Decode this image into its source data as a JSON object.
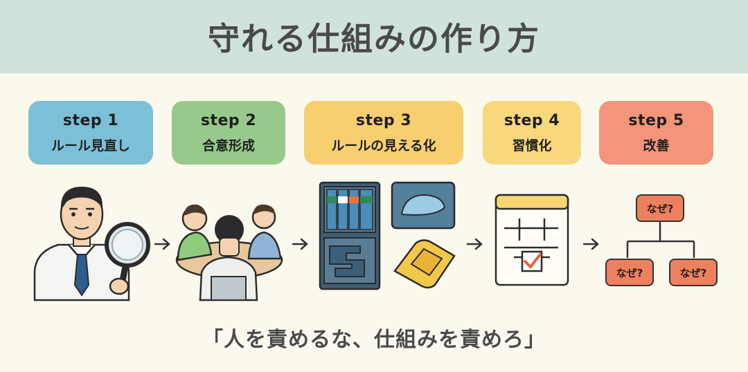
{
  "header": {
    "title": "守れる仕組みの作り方"
  },
  "steps": [
    {
      "title": "step 1",
      "label": "ルール見直し",
      "color": "#7cc0d8"
    },
    {
      "title": "step 2",
      "label": "合意形成",
      "color": "#96c98a"
    },
    {
      "title": "step 3",
      "label": "ルールの見える化",
      "color": "#f8cf6e"
    },
    {
      "title": "step 4",
      "label": "習慣化",
      "color": "#f8d77d"
    },
    {
      "title": "step 5",
      "label": "改善",
      "color": "#f2957a"
    }
  ],
  "illustrations": [
    "man-with-magnifier-icon",
    "meeting-table-icon",
    "organized-shelf-icon",
    "calendar-check-icon",
    "why-tree-icon"
  ],
  "why_tree": {
    "nodes": [
      "なぜ?",
      "なぜ?",
      "なぜ?"
    ]
  },
  "slogan": "「人を責めるな、仕組みを責めろ」"
}
